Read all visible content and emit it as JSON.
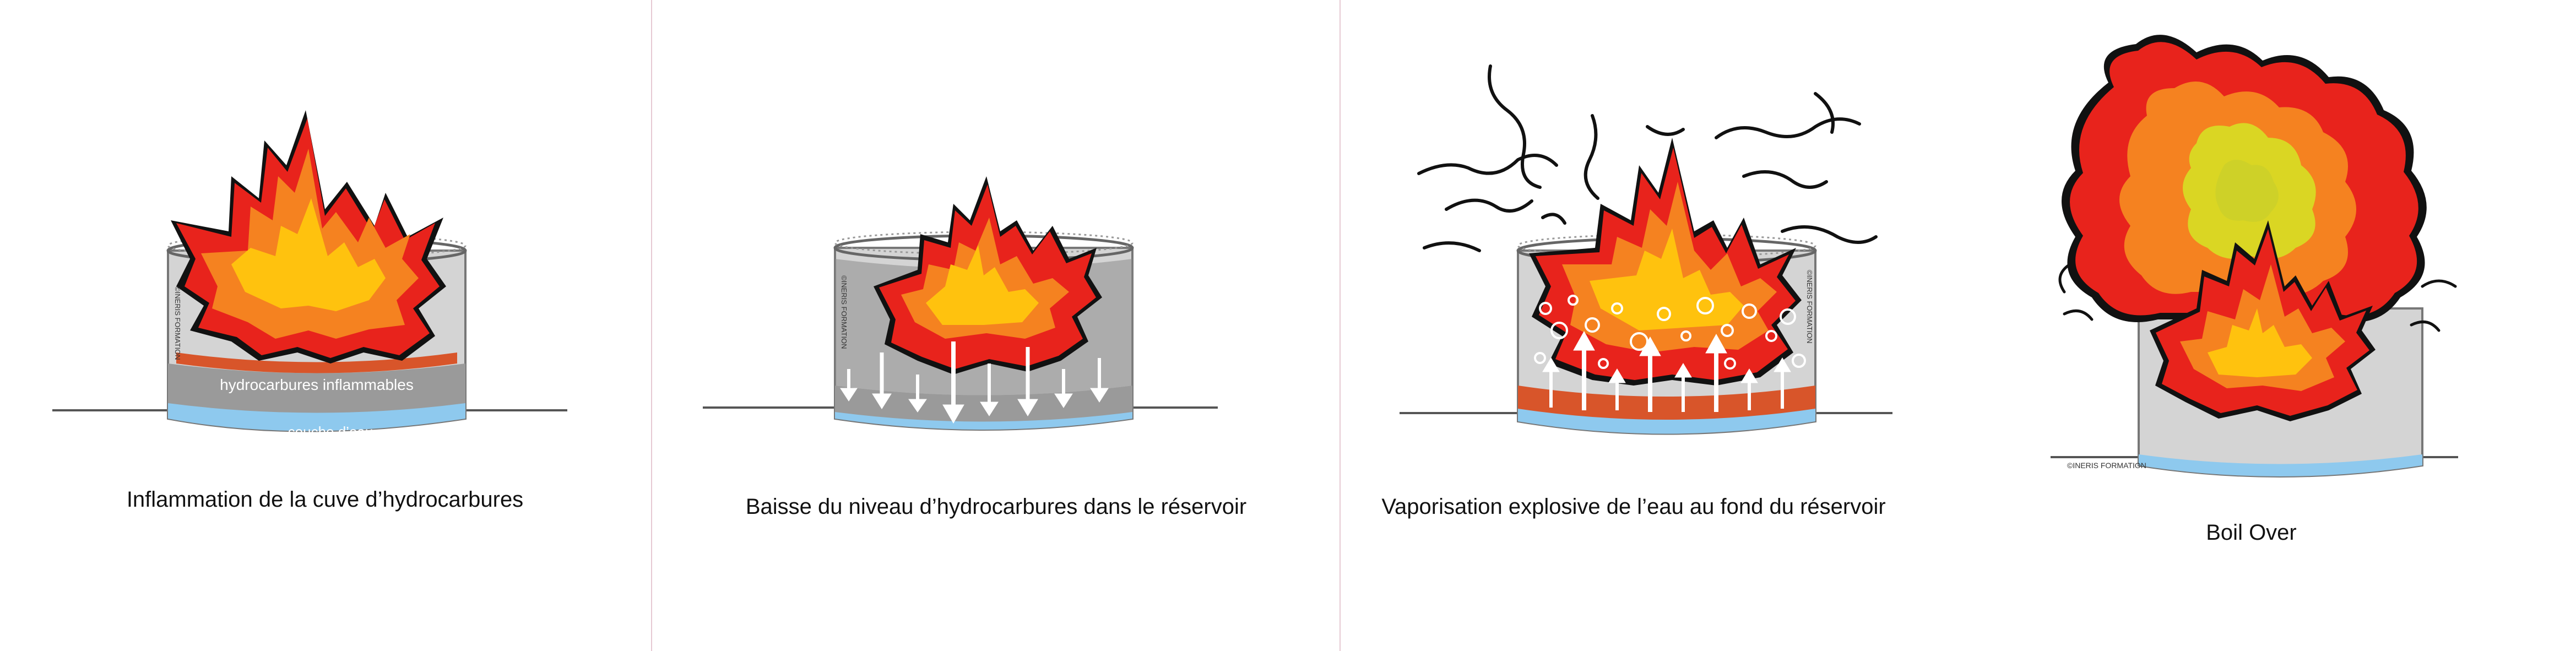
{
  "panels": [
    {
      "caption": "Inflammation de la cuve d’hydrocarbures",
      "labels": {
        "oil": "hydrocarbures inflammables",
        "water": "couche d’eau"
      },
      "copyright": "©INERIS FORMATION"
    },
    {
      "caption": "Baisse du niveau d’hydrocarbures dans le réservoir",
      "copyright": "©INERIS FORMATION"
    },
    {
      "caption": "Vaporisation explosive de l’eau au fond du réservoir",
      "copyright": "©INERIS FORMATION"
    },
    {
      "caption": "Boil Over",
      "copyright": "©INERIS FORMATION"
    }
  ],
  "colors": {
    "flame_red": "#e8231c",
    "flame_orange": "#f58220",
    "flame_yellow": "#ffc20e",
    "flame_lime": "#d7df23",
    "outline": "#111111",
    "tank_grey": "#cfcfcf",
    "oil_grey": "#9a9a9a",
    "water_blue": "#8ec9ee",
    "hot_oil": "#d8552a"
  }
}
